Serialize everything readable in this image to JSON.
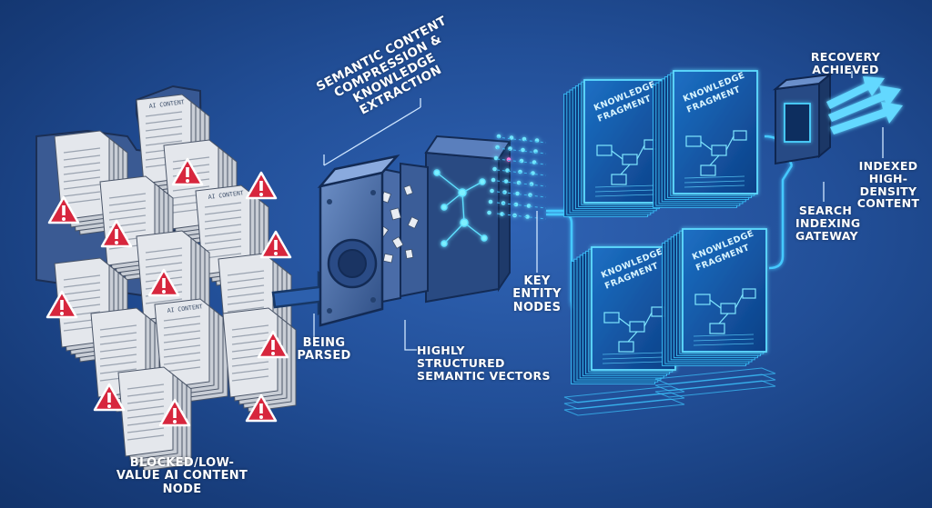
{
  "labels": {
    "blocked_line1": "BLOCKED/LOW-VALUE",
    "blocked_line2": "AI CONTENT NODE",
    "parsed_line1": "BEING",
    "parsed_line2": "PARSED",
    "vectors_line1": "HIGHLY STRUCTURED",
    "vectors_line2": "SEMANTIC VECTORS",
    "compression_line1": "SEMANTIC CONTENT",
    "compression_line2": "COMPRESSION &",
    "compression_line3": "KNOWLEDGE EXTRACTION",
    "entity_line1": "KEY",
    "entity_line2": "ENTITY",
    "entity_line3": "NODES",
    "gateway_line1": "SEARCH",
    "gateway_line2": "INDEXING",
    "gateway_line3": "GATEWAY",
    "indexed_line1": "INDEXED",
    "indexed_line2": "HIGH-DENSITY",
    "indexed_line3": "CONTENT",
    "recovery_line1": "RECOVERY",
    "recovery_line2": "ACHIEVED"
  },
  "fragments": [
    {
      "line1": "KNOWLEDGE",
      "line2": "FRAGMENT"
    },
    {
      "line1": "KNOWLEDGE",
      "line2": "FRAGMENT"
    },
    {
      "line1": "KNOWLEDGE",
      "line2": "FRAGMENT"
    },
    {
      "line1": "KNOWLEDGE",
      "line2": "FRAGMENT"
    }
  ],
  "doc_titles": [
    "AI CONTENT",
    "AI CONTENT",
    "AI CONTENT"
  ],
  "colors": {
    "background": "#224f98",
    "glow": "#38c8ff",
    "warning": "#d7263d",
    "paper": "#dfe3ea"
  },
  "icons": [
    "warning-triangle-icon",
    "document-stack-icon",
    "arrow-right-icon"
  ]
}
